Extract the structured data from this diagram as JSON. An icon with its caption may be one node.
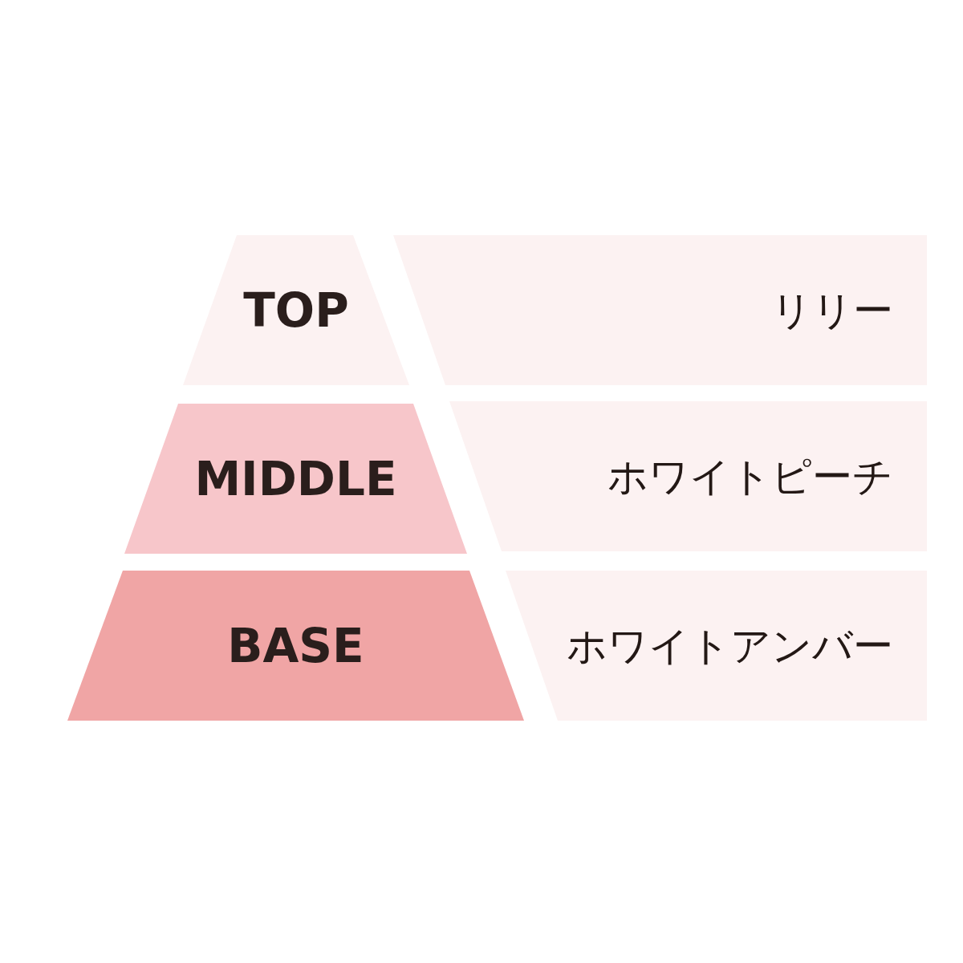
{
  "diagram": {
    "nodes": [
      {
        "text": [
          "TOP"
        ]
      },
      {
        "text": [
          "リリー"
        ]
      },
      {
        "text": [
          "MIDDLE"
        ]
      },
      {
        "text": [
          "ホワイトピーチ"
        ]
      },
      {
        "text": [
          "BASE"
        ]
      },
      {
        "text": [
          "ホワイトアンバー"
        ]
      }
    ]
  }
}
